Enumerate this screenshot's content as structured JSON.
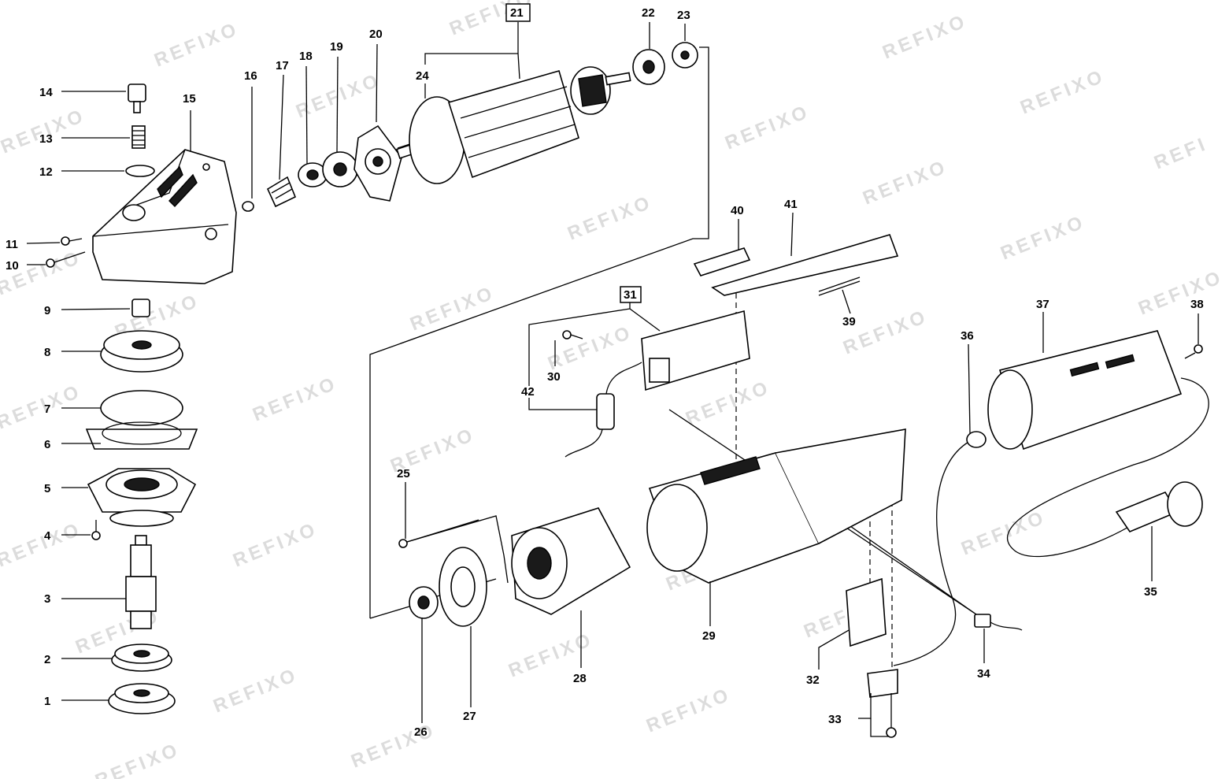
{
  "watermark": "REFIXO",
  "watermark_partial": "REFI",
  "callouts": [
    {
      "id": "1",
      "label": "1"
    },
    {
      "id": "2",
      "label": "2"
    },
    {
      "id": "3",
      "label": "3"
    },
    {
      "id": "4",
      "label": "4"
    },
    {
      "id": "5",
      "label": "5"
    },
    {
      "id": "6",
      "label": "6"
    },
    {
      "id": "7",
      "label": "7"
    },
    {
      "id": "8",
      "label": "8"
    },
    {
      "id": "9",
      "label": "9"
    },
    {
      "id": "10",
      "label": "10"
    },
    {
      "id": "11",
      "label": "11"
    },
    {
      "id": "12",
      "label": "12"
    },
    {
      "id": "13",
      "label": "13"
    },
    {
      "id": "14",
      "label": "14"
    },
    {
      "id": "15",
      "label": "15"
    },
    {
      "id": "16",
      "label": "16"
    },
    {
      "id": "17",
      "label": "17"
    },
    {
      "id": "18",
      "label": "18"
    },
    {
      "id": "19",
      "label": "19"
    },
    {
      "id": "20",
      "label": "20"
    },
    {
      "id": "21",
      "label": "21"
    },
    {
      "id": "22",
      "label": "22"
    },
    {
      "id": "23",
      "label": "23"
    },
    {
      "id": "24",
      "label": "24"
    },
    {
      "id": "25",
      "label": "25"
    },
    {
      "id": "26",
      "label": "26"
    },
    {
      "id": "27",
      "label": "27"
    },
    {
      "id": "28",
      "label": "28"
    },
    {
      "id": "29",
      "label": "29"
    },
    {
      "id": "30",
      "label": "30"
    },
    {
      "id": "31",
      "label": "31"
    },
    {
      "id": "32",
      "label": "32"
    },
    {
      "id": "33",
      "label": "33"
    },
    {
      "id": "34",
      "label": "34"
    },
    {
      "id": "35",
      "label": "35"
    },
    {
      "id": "36",
      "label": "36"
    },
    {
      "id": "37",
      "label": "37"
    },
    {
      "id": "38",
      "label": "38"
    },
    {
      "id": "39",
      "label": "39"
    },
    {
      "id": "40",
      "label": "40"
    },
    {
      "id": "41",
      "label": "41"
    },
    {
      "id": "42",
      "label": "42"
    }
  ]
}
